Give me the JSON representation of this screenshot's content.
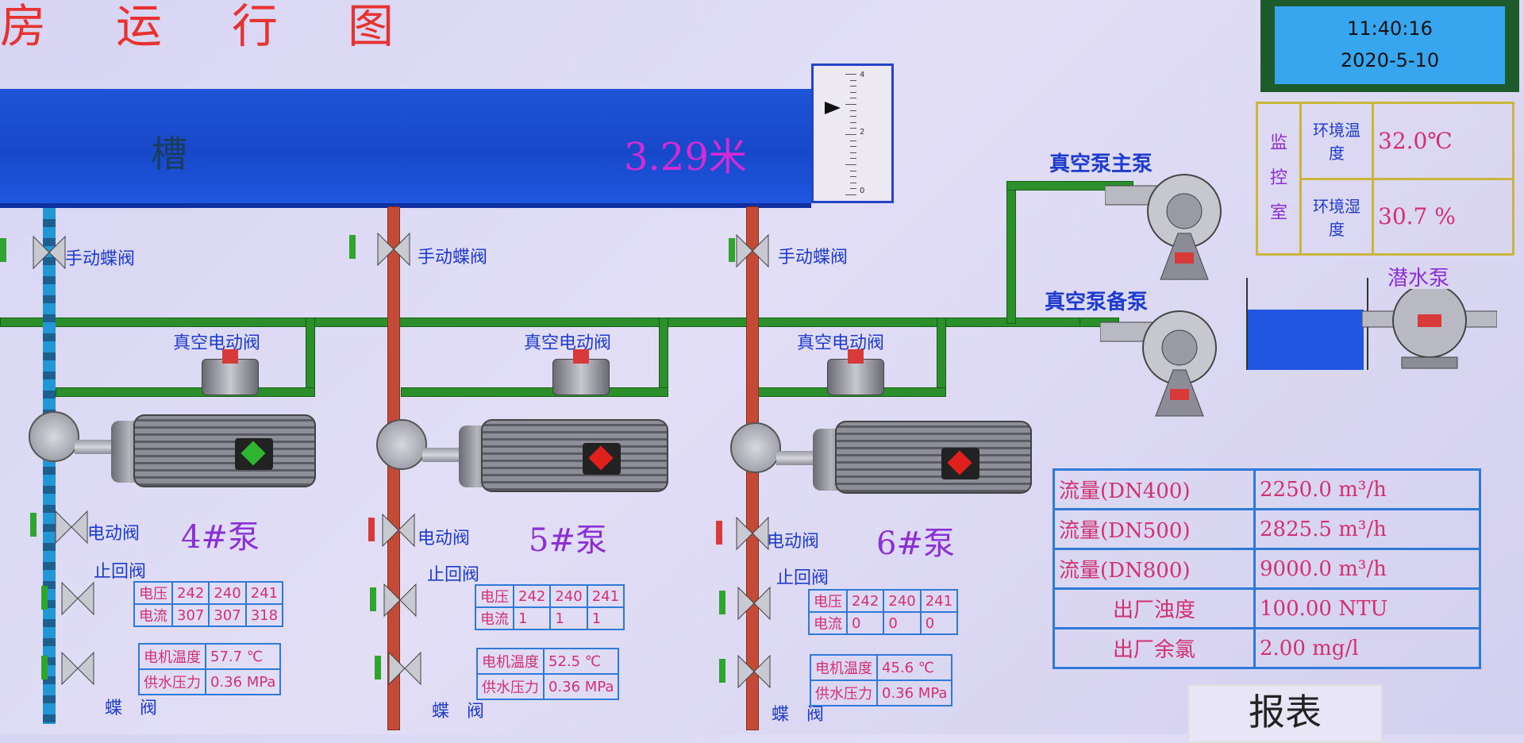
{
  "header": {
    "title": "房运行图"
  },
  "clock": {
    "time": "11:40:16",
    "date": "2020-5-10"
  },
  "tank": {
    "label": "槽",
    "level": "3.29米",
    "gauge_ticks": [
      "4",
      "2",
      "0"
    ],
    "gauge_level_fraction": 0.72
  },
  "valves": {
    "manual": "手动蝶阀",
    "vacuum_electric": "真空电动阀",
    "electric": "电动阀",
    "check": "止回阀",
    "butterfly": "蝶　阀"
  },
  "pumps": [
    {
      "name": "4#泵",
      "running": true,
      "voltage": [
        "242",
        "240",
        "241"
      ],
      "current": [
        "307",
        "307",
        "318"
      ],
      "motor_temp": "57.7 ℃",
      "supply_pressure": "0.36 MPa"
    },
    {
      "name": "5#泵",
      "running": false,
      "voltage": [
        "242",
        "240",
        "241"
      ],
      "current": [
        "1",
        "1",
        "1"
      ],
      "motor_temp": "52.5 ℃",
      "supply_pressure": "0.36 MPa"
    },
    {
      "name": "6#泵",
      "running": false,
      "voltage": [
        "242",
        "240",
        "241"
      ],
      "current": [
        "0",
        "0",
        "0"
      ],
      "motor_temp": "45.6 ℃",
      "supply_pressure": "0.36 MPa"
    }
  ],
  "labels": {
    "voltage": "电压",
    "current": "电流",
    "motor_temp": "电机温度",
    "supply_pressure": "供水压力"
  },
  "vacuum": {
    "main": "真空泵主泵",
    "backup": "真空泵备泵",
    "submersible": "潜水泵"
  },
  "monitor": {
    "title_chars": [
      "监",
      "控",
      "室"
    ],
    "rows": [
      {
        "label": "环境温度",
        "value": "32.0℃"
      },
      {
        "label": "环境湿度",
        "value": "30.7 %"
      }
    ]
  },
  "flow": [
    {
      "label": "流量(DN400)",
      "value": "2250.0 m³/h"
    },
    {
      "label": "流量(DN500)",
      "value": "2825.5 m³/h"
    },
    {
      "label": "流量(DN800)",
      "value": "9000.0 m³/h"
    },
    {
      "label": "出厂浊度",
      "value": "100.00 NTU"
    },
    {
      "label": "出厂余氯",
      "value": "2.00   mg/l"
    }
  ],
  "report": {
    "label": "报表"
  },
  "colors": {
    "running": "#2fb52f",
    "stopped": "#e0201c",
    "water": "#1f57e0",
    "vacuum_pipe": "#2b8f2b",
    "water_pipe": "#c34a36"
  }
}
